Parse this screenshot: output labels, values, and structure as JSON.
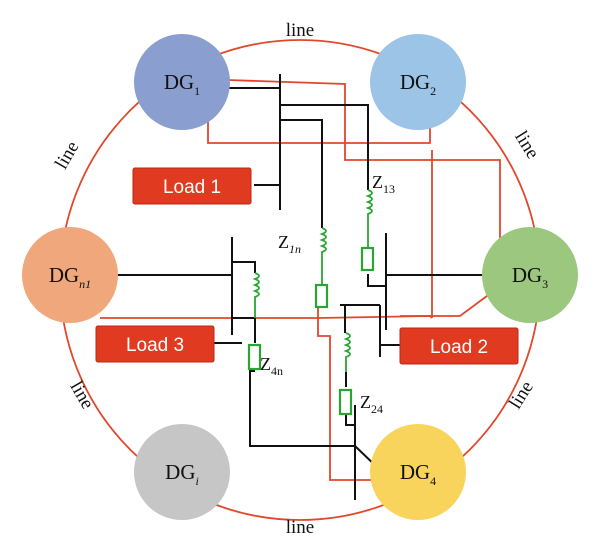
{
  "nodes": {
    "dg1": {
      "label": "DG",
      "sub": "1",
      "color": "#8a9fcf"
    },
    "dg2": {
      "label": "DG",
      "sub": "2",
      "color": "#9bc4e6"
    },
    "dg3": {
      "label": "DG",
      "sub": "3",
      "color": "#9cc77f"
    },
    "dg4": {
      "label": "DG",
      "sub": "4",
      "color": "#f9d45c"
    },
    "dgi": {
      "label": "DG",
      "sub": "i",
      "color": "#c6c6c6"
    },
    "dgn1": {
      "label": "DG",
      "sub": "n1",
      "color": "#f0a77c"
    }
  },
  "loads": {
    "load1": "Load 1",
    "load2": "Load 2",
    "load3": "Load 3",
    "color": "#e03a20"
  },
  "impedances": {
    "z13": {
      "label": "Z",
      "sub": "13"
    },
    "z1n": {
      "label": "Z",
      "sub": "1n"
    },
    "z4n": {
      "label": "Z",
      "sub": "4n"
    },
    "z24": {
      "label": "Z",
      "sub": "24"
    }
  },
  "ring": {
    "label": "line",
    "color": "#e0482b"
  }
}
